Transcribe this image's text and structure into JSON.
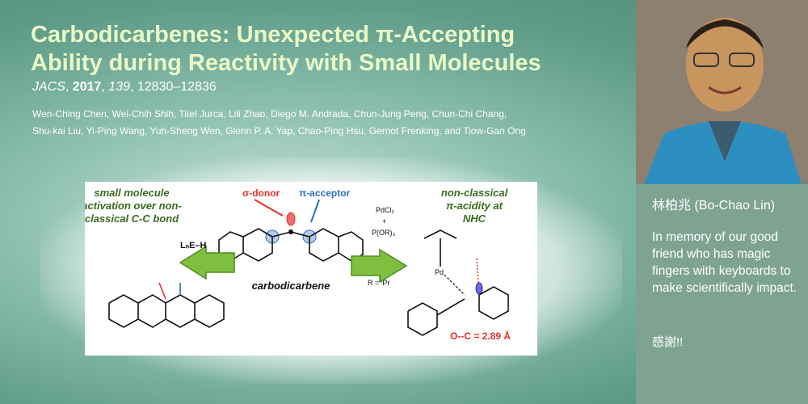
{
  "article": {
    "title_line1": "Carbodicarbenes: Unexpected π-Accepting",
    "title_line2": "Ability during Reactivity with Small Molecules",
    "journal": "JACS",
    "year": "2017",
    "volume": "139",
    "pages": "12830–12836",
    "authors_line1": "Wen-Ching Chen, Wei-Chih Shih, Titel Jurca, Lili Zhao, Diego M. Andrada, Chun-Jung Peng, Chun-Chi Chang,",
    "authors_line2": "Shu-kai Liu, Yi-Ping Wang, Yuh-Sheng Wen, Glenn P. A. Yap, Chao-Ping Hsu, Gernot Frenking, and Tiow-Gan Ong"
  },
  "graphic": {
    "left_label_1": "small molecule",
    "left_label_2": "activation over non-",
    "left_label_3": "classical C-C bond",
    "sigma_donor": "σ-donor",
    "pi_acceptor": "π-acceptor",
    "reagent_1": "PdCl₂",
    "reagent_2": "+",
    "reagent_3": "P(OR)₃",
    "right_label_1": "non-classical",
    "right_label_2": "π-acidity at",
    "right_label_3": "NHC",
    "center_label": "carbodicarbene",
    "r_group": "R = ⁱPr",
    "arrow_label": "LₙE–H",
    "distance": "O--C = 2.89 Å"
  },
  "memorial": {
    "name": "林柏兆 (Bo-Chao Lin)",
    "message": "In memory of our good friend who has magic fingers with keyboards to make scientifically impact.",
    "thanks": "感謝!!"
  },
  "colors": {
    "title": "#e9f9c6",
    "text": "#ffffff",
    "sigma_red": "#e53025",
    "pi_blue": "#2a6fc0",
    "label_green": "#3b6b1f"
  }
}
